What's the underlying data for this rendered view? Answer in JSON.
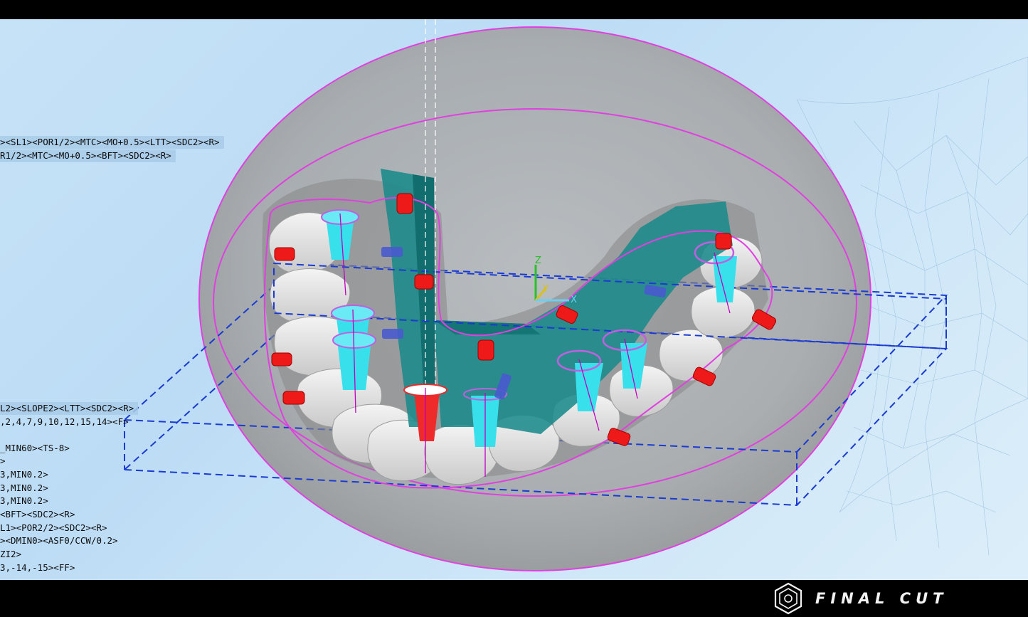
{
  "brand": {
    "name": "FINAL CUT",
    "logo_icon": "hexagon-nut-icon"
  },
  "axes": {
    "x": "X",
    "y": "Y",
    "z": "Z"
  },
  "colors": {
    "background": "#c6e2f7",
    "boundary": "#e040e0",
    "holder": "#1a8a8a",
    "implant": "#38e0ec",
    "pin": "#ee1a1a",
    "stock_box": "#1a3ad0"
  },
  "command_lines": [
    {
      "text": "><SL1><POR1/2><MTC><MO+0.5><LTT><SDC2><R>",
      "highlighted": true
    },
    {
      "text": "R1/2><MTC><MO+0.5><BFT><SDC2><R>",
      "highlighted": true
    },
    {
      "text": "L2><SLOPE2><LTT><SDC2><R>",
      "highlighted": true
    },
    {
      "text": ",2,4,7,9,10,12,15,14><F>",
      "highlighted": false
    },
    {
      "text": "_MIN60><TS-8>",
      "highlighted": false
    },
    {
      "text": ">",
      "highlighted": false
    },
    {
      "text": "3,MIN0.2>",
      "highlighted": false
    },
    {
      "text": "3,MIN0.2>",
      "highlighted": false
    },
    {
      "text": "3,MIN0.2>",
      "highlighted": false
    },
    {
      "text": "<BFT><SDC2><R>",
      "highlighted": false
    },
    {
      "text": "L1><POR2/2><SDC2><R>",
      "highlighted": false
    },
    {
      "text": "><DMIN0><ASF0/CCW/0.2>",
      "highlighted": false
    },
    {
      "text": "ZI2>",
      "highlighted": false
    },
    {
      "text": "3,-14,-15><FF>",
      "highlighted": false
    }
  ]
}
